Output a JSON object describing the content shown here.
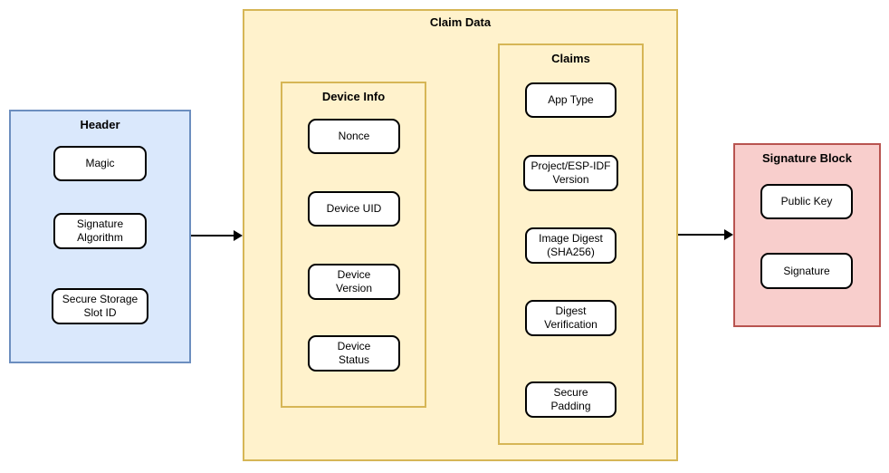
{
  "diagram": {
    "header": {
      "title": "Header",
      "items": [
        {
          "label": "Magic"
        },
        {
          "label": "Signature\nAlgorithm"
        },
        {
          "label": "Secure Storage\nSlot ID"
        }
      ]
    },
    "claim_data": {
      "title": "Claim Data",
      "device_info": {
        "title": "Device Info",
        "items": [
          {
            "label": "Nonce"
          },
          {
            "label": "Device UID"
          },
          {
            "label": "Device\nVersion"
          },
          {
            "label": "Device\nStatus"
          }
        ]
      },
      "claims": {
        "title": "Claims",
        "items": [
          {
            "label": "App Type"
          },
          {
            "label": "Project/ESP-IDF\nVersion"
          },
          {
            "label": "Image Digest\n(SHA256)"
          },
          {
            "label": "Digest\nVerification"
          },
          {
            "label": "Secure\nPadding"
          }
        ]
      }
    },
    "signature_block": {
      "title": "Signature Block",
      "items": [
        {
          "label": "Public Key"
        },
        {
          "label": "Signature"
        }
      ]
    },
    "colors": {
      "header_fill": "#dae8fc",
      "header_border": "#6c8ebf",
      "claim_fill": "#fff2cc",
      "claim_border": "#d6b656",
      "signature_fill": "#f8cecc",
      "signature_border": "#b85450",
      "node_fill": "#ffffff",
      "node_border": "#000000",
      "arrow": "#000000"
    }
  }
}
